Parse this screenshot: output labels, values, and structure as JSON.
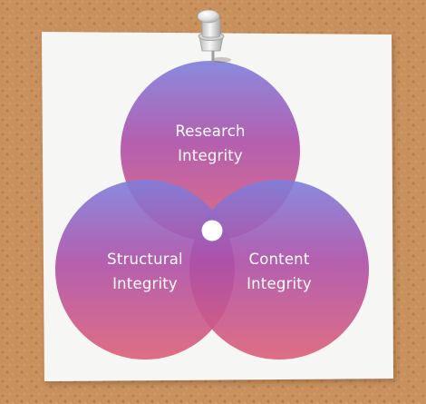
{
  "diagram": {
    "circles": [
      {
        "id": "research",
        "lines": [
          "Research",
          "Integrity"
        ]
      },
      {
        "id": "structural",
        "lines": [
          "Structural",
          "Integrity"
        ]
      },
      {
        "id": "content",
        "lines": [
          "Content",
          "Integrity"
        ]
      }
    ]
  },
  "colors": {
    "cork": "#c8915e",
    "paper": "#f6f6f5",
    "gradient_top": "#7d7fdc",
    "gradient_middle": "#ad4fa8",
    "gradient_bottom": "#dc5f77",
    "center_dot": "#ffffff"
  },
  "icons": {
    "pin": "push-pin-icon"
  }
}
